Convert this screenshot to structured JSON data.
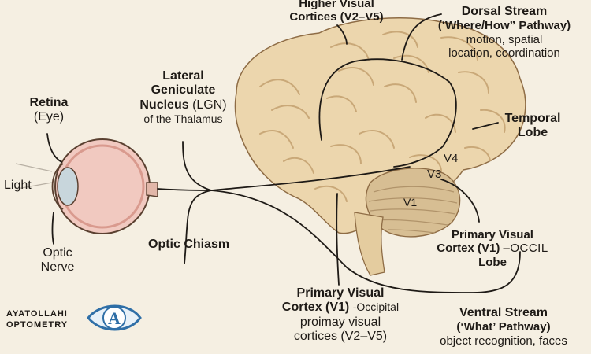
{
  "labels": {
    "higher_visual_line1": "Higher Visual",
    "higher_visual_line2": "Cortices (V2–V5)",
    "dorsal_title": "Dorsal Stream",
    "dorsal_sub": "(‘Where/How” Pathway)",
    "dorsal_desc1": "motion, spatial",
    "dorsal_desc2": "location, coordination",
    "lgn_line1": "Lateral",
    "lgn_line2": "Geniculate",
    "lgn_line3_bold": "Nucleus",
    "lgn_line3_rest": " (LGN)",
    "lgn_line4": "of the Thalamus",
    "retina_title": "Retina",
    "retina_sub": "(Eye)",
    "light": "Light",
    "temporal_line1": "Temporal",
    "temporal_line2": "Lobe",
    "v4": "V4",
    "v3": "V3",
    "v1": "V1",
    "optic_nerve_line1": "Optic",
    "optic_nerve_line2": "Nerve",
    "optic_chiasm": "Optic Chiasm",
    "pvc_right_line1": "Primary Visual",
    "pvc_right_line2a": "Cortex (V1)",
    "pvc_right_line2b": "–OCCIL",
    "pvc_right_line3": "Lobe",
    "pvc_bottom_line1": "Primary Visual",
    "pvc_bottom_line2a": "Cortex (V1)",
    "pvc_bottom_line2b": "-Occipital",
    "pvc_bottom_line3": "proimay visual",
    "pvc_bottom_line4": "cortices (V2–V5)",
    "ventral_title": "Ventral Stream",
    "ventral_sub": "(‘What’ Pathway)",
    "ventral_desc": "object recognition, faces"
  },
  "logo": {
    "line1": "AYATOLLAHI",
    "line2": "OPTOMETRY",
    "mark_letter": "A"
  },
  "colors": {
    "background": "#f5efe2",
    "brain_fill": "#ecd6ad",
    "brain_fold": "#c9a878",
    "cerebellum_fill": "#d7be93",
    "eye_fill": "#f1c9c0",
    "sclera_outline": "#5a4030",
    "lens_fill": "#c8d6dc",
    "logo_blue": "#2f6fa7",
    "line": "#1e1a16"
  }
}
